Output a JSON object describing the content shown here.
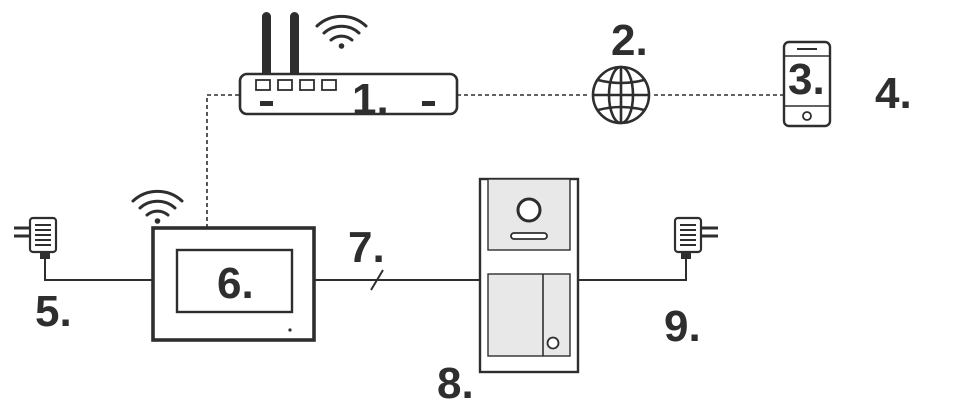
{
  "labels": {
    "router": "1.",
    "internet": "2.",
    "smartphone": "3.",
    "app": "4.",
    "adapter_left": "5.",
    "monitor": "6.",
    "wire": "7.",
    "door_station": "8.",
    "adapter_right": "9."
  },
  "colors": {
    "line": "#2e2e2e",
    "label": "#2e2e2e",
    "panel": "#e8e8e8",
    "background": "#ffffff"
  },
  "icons": {
    "router": "router-icon",
    "wifi": "wifi-icon",
    "globe": "globe-icon",
    "phone": "smartphone-icon",
    "monitor": "indoor-monitor-icon",
    "door": "door-station-icon",
    "plug": "power-adapter-icon"
  }
}
